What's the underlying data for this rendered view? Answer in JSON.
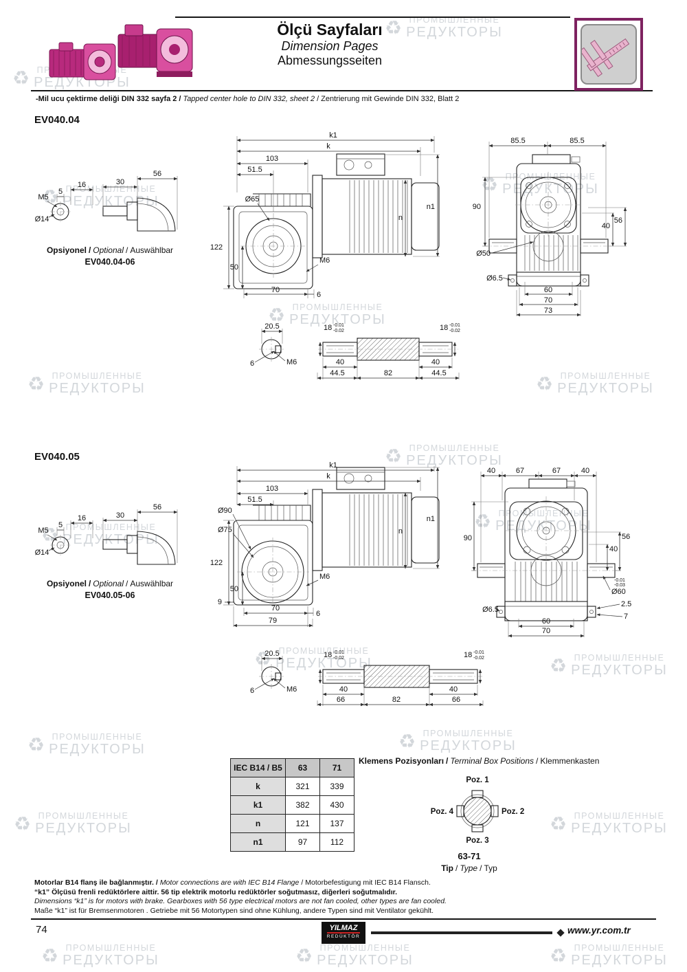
{
  "sep": "/",
  "watermark": {
    "icon": "♻",
    "line1": "ПРОМЫШЛЕННЫЕ",
    "line2": "РЕДУКТОРЫ"
  },
  "header": {
    "title_tr": "Ölçü Sayfaları",
    "title_en": "Dimension Pages",
    "title_de": "Abmessungsseiten",
    "note_tr": "-Mil ucu çektirme deliği DIN 332 sayfa 2",
    "note_en": "Tapped center hole to DIN 332, sheet 2",
    "note_de": "Zentrierung mit Gewinde DIN 332, Blatt 2"
  },
  "s1": {
    "title": "EV040.04",
    "optional": {
      "tr": "Opsiyonel",
      "en": "Optional",
      "de": "Auswählbar",
      "code": "EV040.04-06",
      "m5": "M5",
      "d14": "Ø14",
      "d5": "5",
      "d16": "16",
      "d30": "30",
      "d56": "56"
    },
    "side": {
      "k1": "k1",
      "k": "k",
      "d103": "103",
      "d51_5": "51.5",
      "d65": "Ø65",
      "d122": "122",
      "d50": "50",
      "d70": "70",
      "d6": "6",
      "m6": "M6",
      "n1": "n1",
      "n": "n"
    },
    "front": {
      "d85_5": "85.5",
      "d90": "90",
      "d50": "Ø50",
      "d40": "40",
      "d56": "56",
      "d6_5": "Ø6.5",
      "d60": "60",
      "d70": "70",
      "d73": "73"
    },
    "shaft": {
      "d20_5": "20.5",
      "d6": "6",
      "m6": "M6",
      "d18": "18",
      "tol_u": "-0.01",
      "tol_d": "-0.02",
      "d40": "40",
      "d44_5": "44.5",
      "d82": "82"
    }
  },
  "s2": {
    "title": "EV040.05",
    "optional": {
      "tr": "Opsiyonel",
      "en": "Optional",
      "de": "Auswählbar",
      "code": "EV040.05-06",
      "m5": "M5",
      "d14": "Ø14",
      "d5": "5",
      "d16": "16",
      "d30": "30",
      "d56": "56"
    },
    "side": {
      "k1": "k1",
      "k": "k",
      "d103": "103",
      "d51_5": "51.5",
      "d90": "Ø90",
      "d75": "Ø75",
      "d122": "122",
      "d50": "50",
      "d9": "9",
      "d70": "70",
      "d79": "79",
      "d6": "6",
      "m6": "M6",
      "n1": "n1",
      "n": "n"
    },
    "front": {
      "d40": "40",
      "d67": "67",
      "d90": "90",
      "d56": "56",
      "d60": "Ø60",
      "tol_u": "-0.01",
      "tol_d": "-0.03",
      "d6_5": "Ø6.5",
      "d2_5": "2.5",
      "d7": "7",
      "b60": "60",
      "b70": "70"
    },
    "shaft": {
      "d20_5": "20.5",
      "d6": "6",
      "m6": "M6",
      "d18": "18",
      "tol_u": "-0.01",
      "tol_d": "-0.02",
      "d40": "40",
      "d66": "66",
      "d82": "82"
    }
  },
  "table": {
    "headers": [
      "IEC B14 / B5",
      "63",
      "71"
    ],
    "rows": [
      [
        "k",
        "321",
        "339"
      ],
      [
        "k1",
        "382",
        "430"
      ],
      [
        "n",
        "121",
        "137"
      ],
      [
        "n1",
        "97",
        "112"
      ]
    ]
  },
  "terminal": {
    "title_tr": "Klemens Pozisyonları",
    "title_en": "Terminal Box Positions",
    "title_de": "Klemmenkasten",
    "poz1": "Poz. 1",
    "poz2": "Poz. 2",
    "poz3": "Poz. 3",
    "poz4": "Poz. 4",
    "range": "63-71",
    "tip": "Tip",
    "type": "Type",
    "typ": "Typ"
  },
  "notes": {
    "l1_tr": "Motorlar B14 flanş ile bağlanmıştır.",
    "l1_en": "Motor connections are with IEC B14 Flange",
    "l1_de": "Motorbefestigung mit IEC B14 Flansch.",
    "l2": "“k1” Ölçüsü frenli redüktörlere aittir. 56 tip elektrik motorlu redüktörler soğutmasız, diğerleri soğutmalıdır.",
    "l3": "Dimensions “k1” is for motors with brake. Gearboxes with 56 type electrical motors are not fan cooled, other types are fan cooled.",
    "l4": "Maße “k1” ist für Bremsenmotoren . Getriebe mit 56 Motortypen sind ohne Kühlung, andere Typen sind mit Ventilator gekühlt."
  },
  "footer": {
    "page": "74",
    "logo1": "YILMAZ",
    "logo2": "REDÜKTÖR",
    "url": "www.yr.com.tr"
  }
}
